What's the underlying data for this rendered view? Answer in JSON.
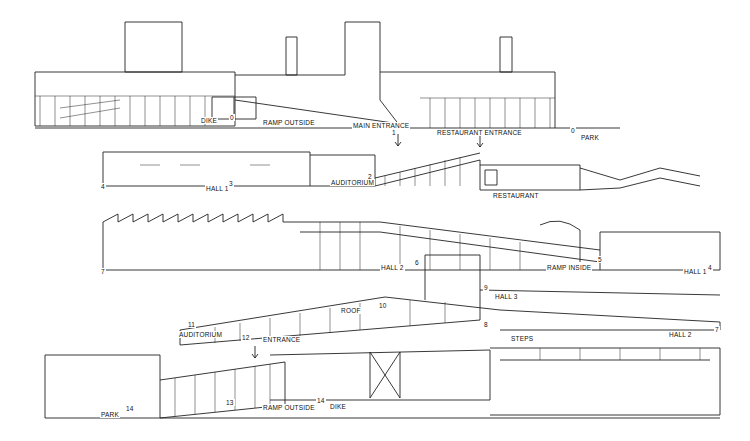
{
  "diagram": {
    "labels": [
      "DIKE",
      "0",
      "RAMP OUTSIDE",
      "MAIN ENTRANCE",
      "1",
      "RESTAURANT ENTRANCE",
      "0",
      "PARK",
      "4",
      "HALL 1",
      "3",
      "AUDITORIUM",
      "2",
      "RESTAURANT",
      "7",
      "HALL 2",
      "6",
      "RAMP INSIDE",
      "5",
      "HALL 1",
      "4",
      "9",
      "HALL 3",
      "ROOF",
      "10",
      "11",
      "AUDITORIUM",
      "12",
      "ENTRANCE",
      "8",
      "STEPS",
      "HALL 2",
      "7",
      "PARK",
      "14",
      "13",
      "RAMP OUTSIDE",
      "14",
      "DIKE"
    ]
  }
}
